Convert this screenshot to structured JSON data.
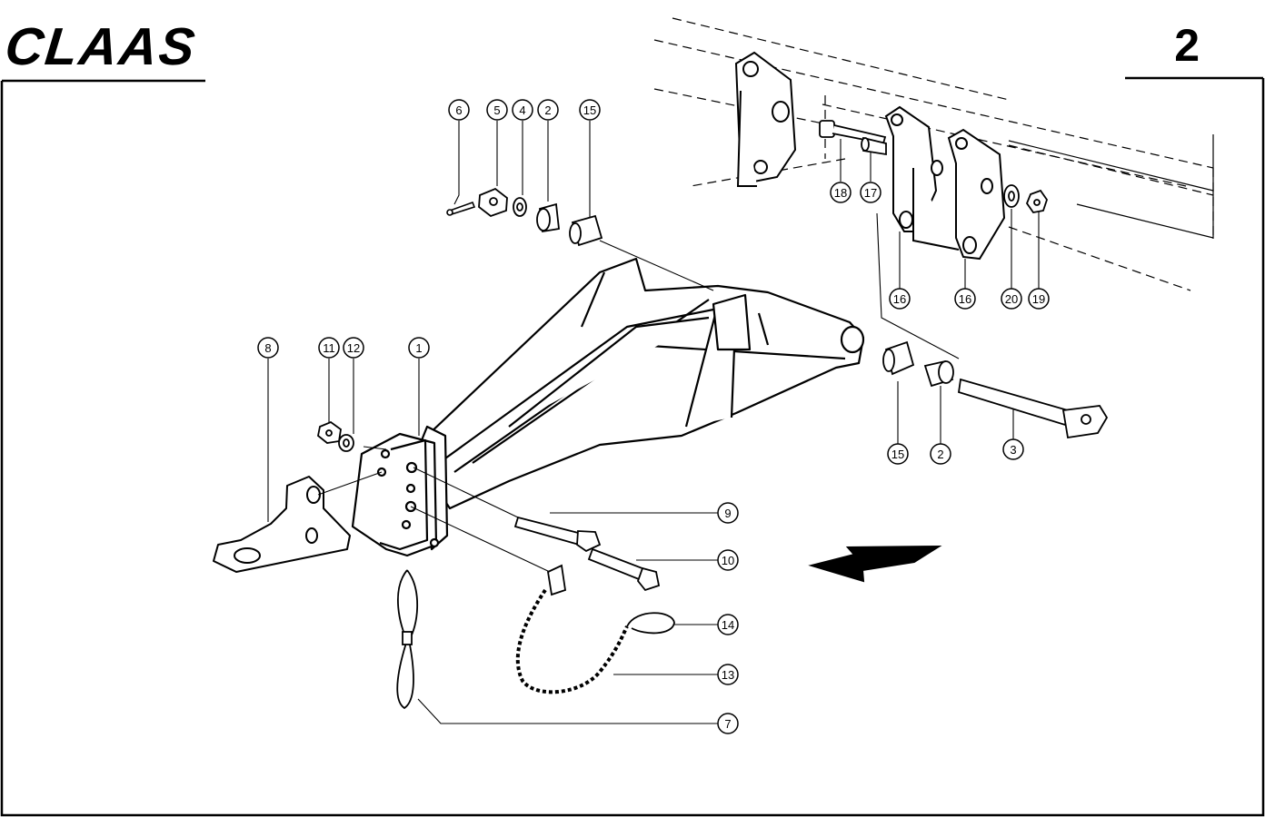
{
  "header": {
    "brand_logo": "CLAAS",
    "page_number": "2"
  },
  "callouts": [
    "1",
    "2",
    "2",
    "3",
    "4",
    "5",
    "6",
    "7",
    "8",
    "9",
    "10",
    "11",
    "12",
    "13",
    "14",
    "15",
    "15",
    "16",
    "16",
    "17",
    "18",
    "19",
    "20"
  ],
  "colors": {
    "ink": "#000000",
    "paper": "#ffffff"
  },
  "icons": {
    "direction": "arrow-left-icon"
  }
}
